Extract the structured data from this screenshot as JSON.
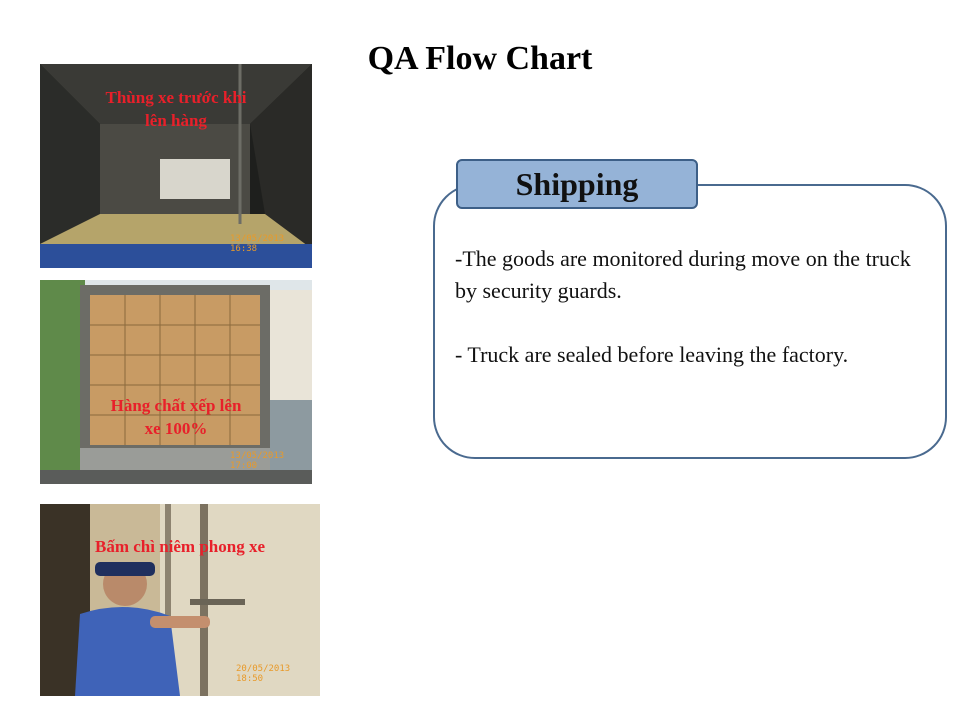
{
  "slide": {
    "title": "QA Flow Chart"
  },
  "photos": [
    {
      "caption_lines": [
        "Thùng xe trước khi",
        "lên hàng"
      ],
      "stamp": "13/05/2013 16:38"
    },
    {
      "caption_lines": [
        "Hàng chất xếp lên",
        "xe 100%"
      ],
      "stamp": "13/05/2013 17:00"
    },
    {
      "caption_lines": [
        "Bấm chì niêm phong xe"
      ],
      "stamp": "20/05/2013 18:50"
    }
  ],
  "panel": {
    "heading": "Shipping",
    "paragraphs": [
      "-The goods are monitored during move on the truck by security guards.",
      "- Truck are sealed before leaving the factory."
    ]
  },
  "colors": {
    "heading_fill": "#95b3d7",
    "panel_border": "#4a6a8f",
    "caption_red": "#e8202a"
  }
}
